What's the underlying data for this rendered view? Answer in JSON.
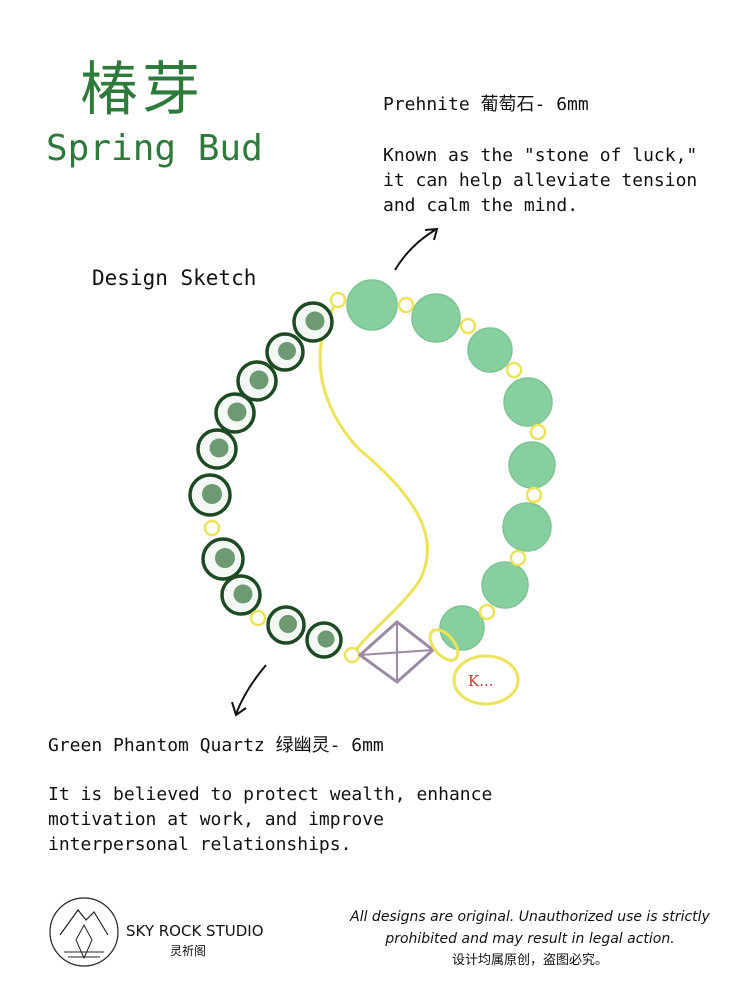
{
  "title": {
    "cn": "椿芽",
    "en": "Spring Bud"
  },
  "sketch_label": "Design Sketch",
  "prehnite": {
    "name": "Prehnite 葡萄石- 6mm",
    "description": "Known as the \"stone of luck,\" it can help alleviate tension and calm the mind."
  },
  "green_phantom": {
    "name": "Green Phantom Quartz 绿幽灵- 6mm",
    "description": "It is believed to protect wealth, enhance motivation at work, and improve interpersonal relationships."
  },
  "tag_text": "K...",
  "footer": {
    "studio": "SKY ROCK STUDIO",
    "studio_cn": "灵祈阁",
    "notice": "All designs are original. Unauthorized use is strictly prohibited and may result in legal action.",
    "notice_cn": "设计均属原创，盗图必究。"
  },
  "colors": {
    "title": "#2e7a3a",
    "prehnite": "#88cfa0",
    "phantom_border": "#1d4a22",
    "thread": "#ece35a",
    "crystal": "#9b8aa3"
  }
}
